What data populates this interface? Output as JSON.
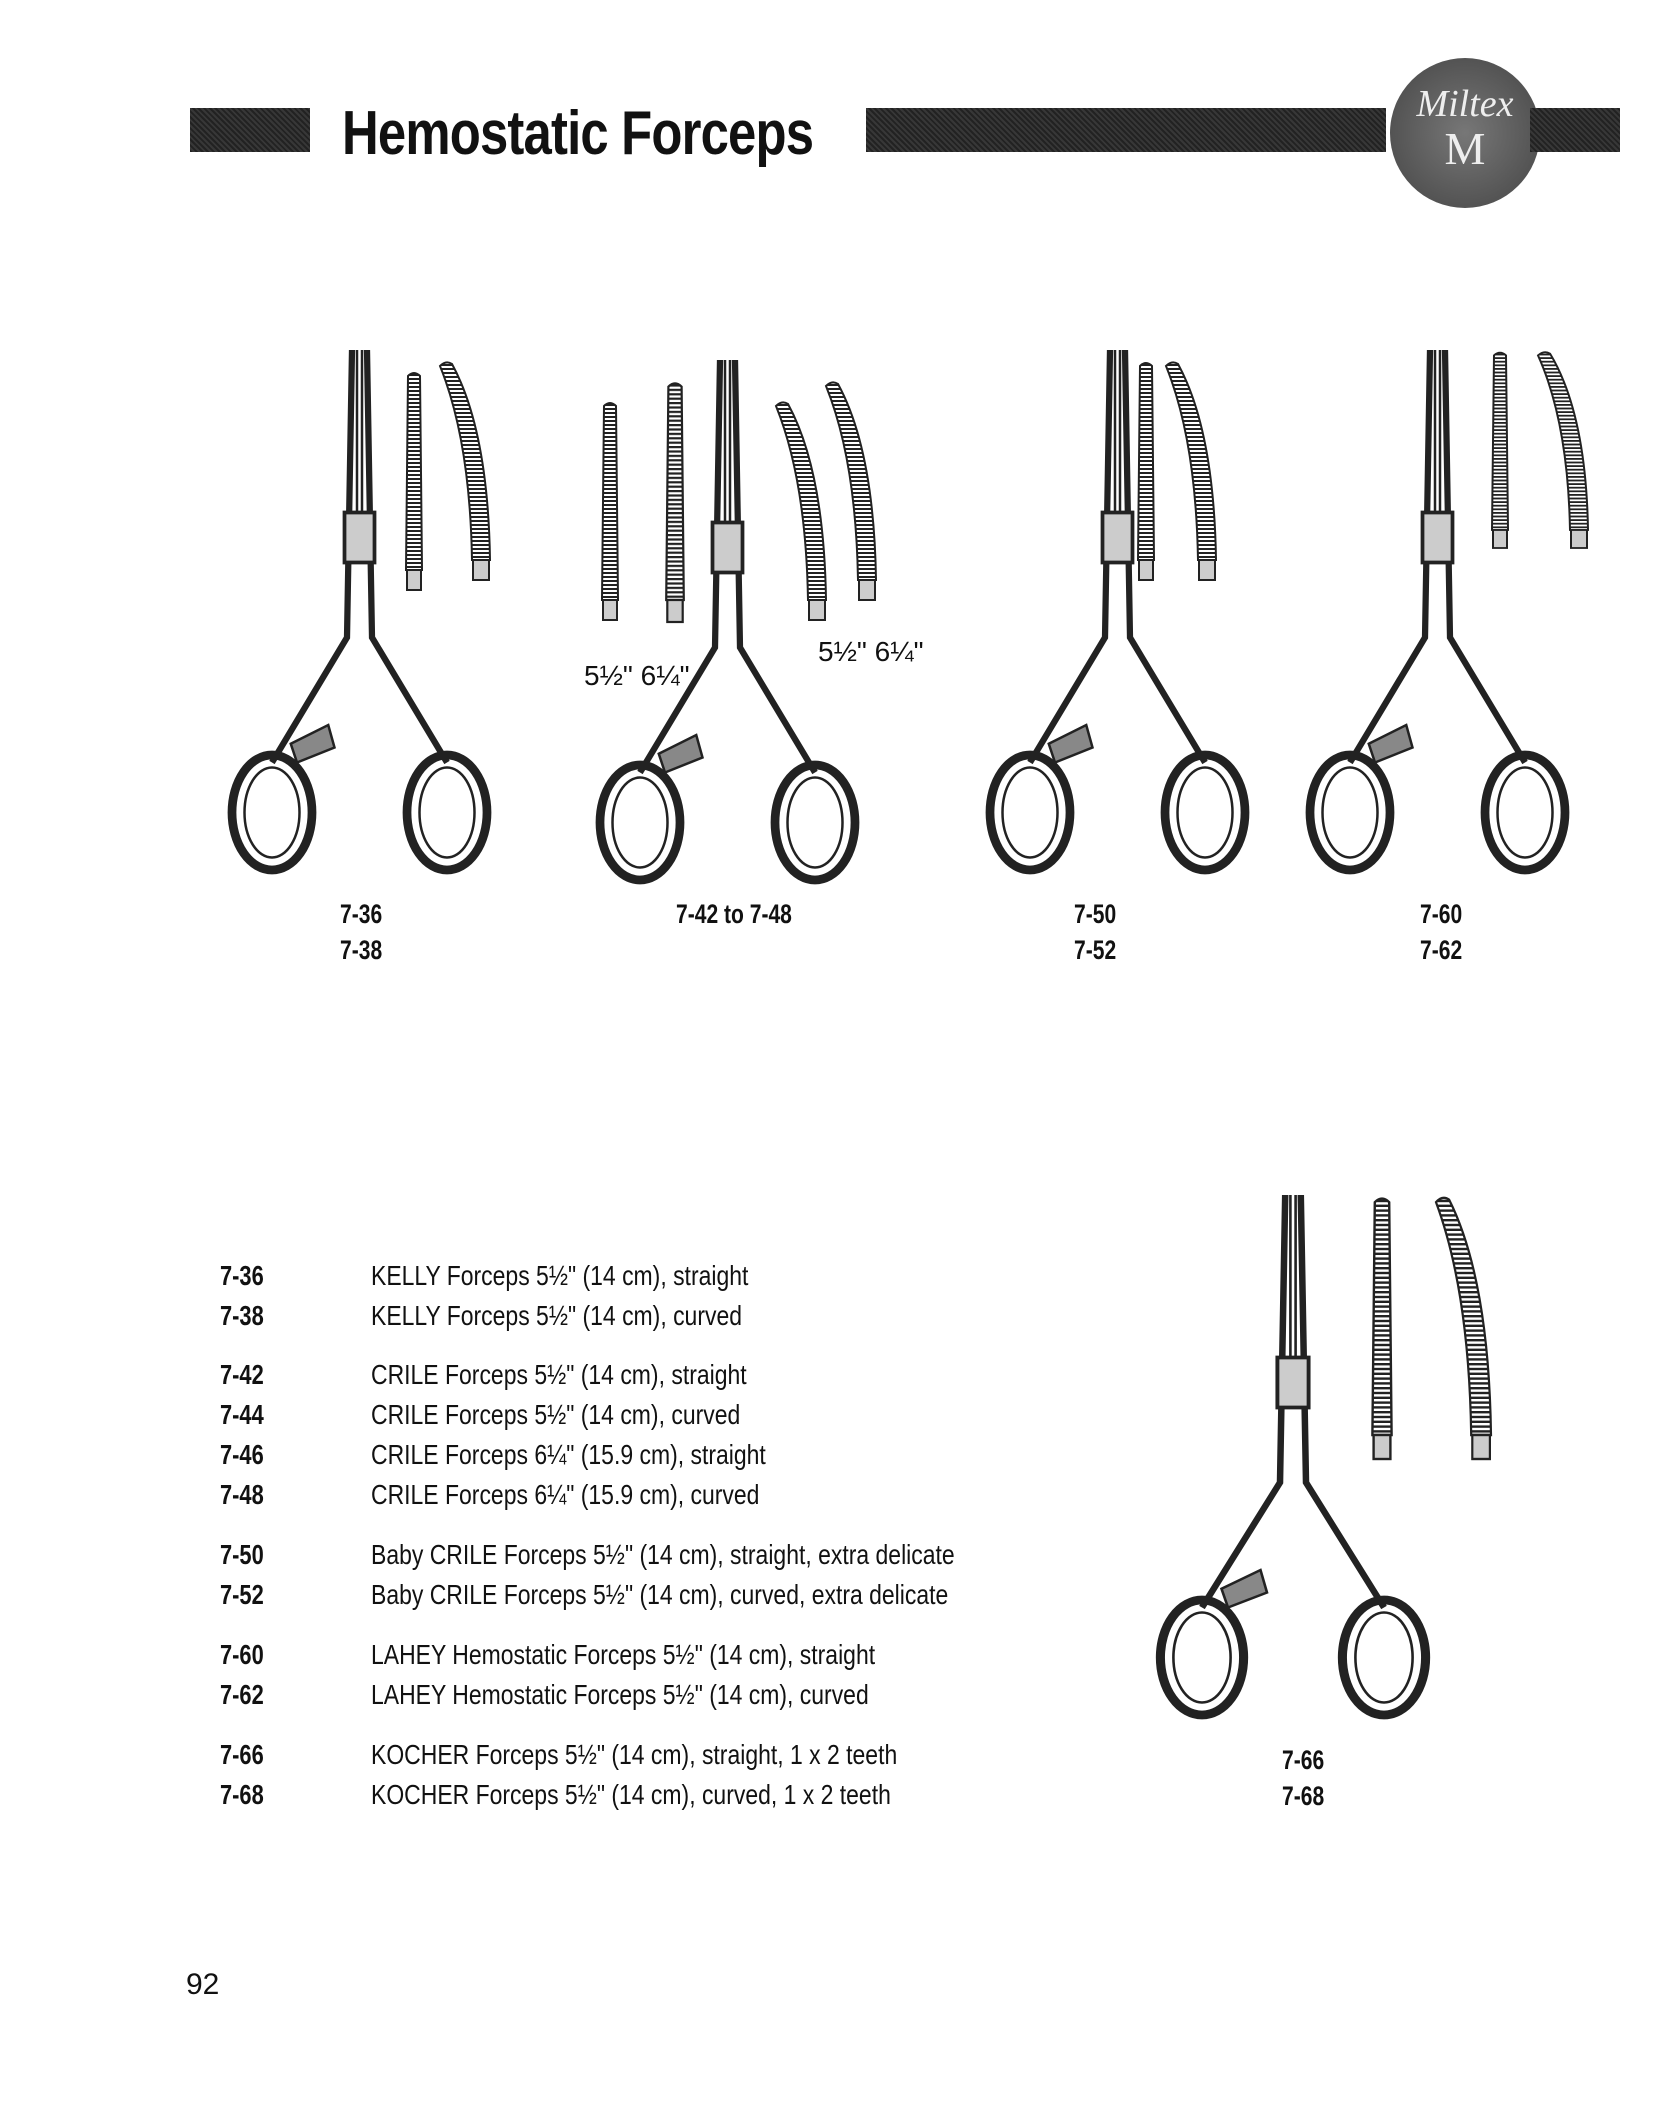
{
  "header": {
    "title": "Hemostatic Forceps",
    "logo_text": "Miltex",
    "logo_letter": "M"
  },
  "figures": {
    "group1": {
      "labels": [
        "7-36",
        "7-38"
      ]
    },
    "group2": {
      "label": "7-42 to 7-48",
      "sizes_straight": "5½\" 6¼\"",
      "sizes_curved": "5½\" 6¼\""
    },
    "group3": {
      "labels": [
        "7-50",
        "7-52"
      ]
    },
    "group4": {
      "labels": [
        "7-60",
        "7-62"
      ]
    },
    "group5": {
      "labels": [
        "7-66",
        "7-68"
      ]
    }
  },
  "catalog": [
    {
      "code": "7-36",
      "desc": "KELLY Forceps 5½\" (14 cm), straight"
    },
    {
      "code": "7-38",
      "desc": "KELLY Forceps 5½\" (14 cm), curved"
    },
    {
      "code": "7-42",
      "desc": "CRILE Forceps 5½\" (14 cm), straight"
    },
    {
      "code": "7-44",
      "desc": "CRILE Forceps 5½\" (14 cm), curved"
    },
    {
      "code": "7-46",
      "desc": "CRILE Forceps 6¼\" (15.9 cm), straight"
    },
    {
      "code": "7-48",
      "desc": "CRILE Forceps 6¼\" (15.9 cm), curved"
    },
    {
      "code": "7-50",
      "desc": "Baby CRILE Forceps 5½\" (14 cm), straight, extra delicate"
    },
    {
      "code": "7-52",
      "desc": "Baby CRILE Forceps 5½\" (14 cm), curved, extra delicate"
    },
    {
      "code": "7-60",
      "desc": "LAHEY Hemostatic Forceps 5½\" (14 cm), straight"
    },
    {
      "code": "7-62",
      "desc": "LAHEY Hemostatic Forceps 5½\" (14 cm), curved"
    },
    {
      "code": "7-66",
      "desc": "KOCHER Forceps 5½\" (14 cm), straight, 1 x 2 teeth"
    },
    {
      "code": "7-68",
      "desc": "KOCHER Forceps 5½\" (14 cm), curved, 1 x 2 teeth"
    }
  ],
  "page_number": "92"
}
